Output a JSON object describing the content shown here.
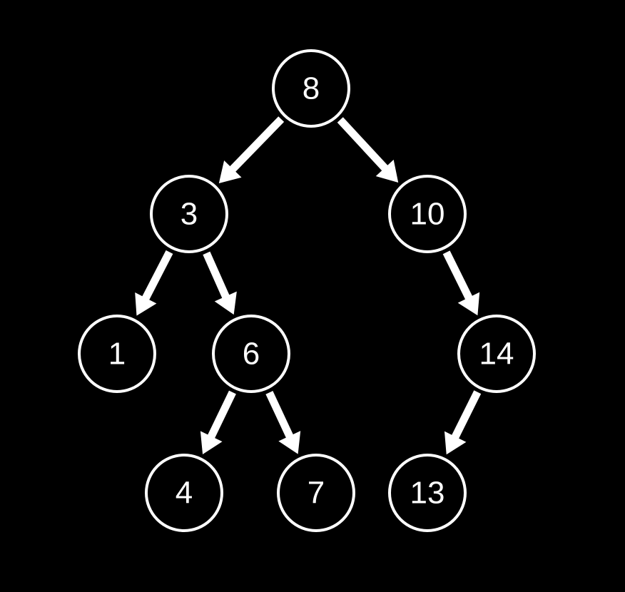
{
  "colors": {
    "background": "#000000",
    "stroke": "#ffffff",
    "text": "#ffffff"
  },
  "tree": {
    "nodes": [
      {
        "id": "n8",
        "label": "8"
      },
      {
        "id": "n3",
        "label": "3"
      },
      {
        "id": "n10",
        "label": "10"
      },
      {
        "id": "n1",
        "label": "1"
      },
      {
        "id": "n6",
        "label": "6"
      },
      {
        "id": "n14",
        "label": "14"
      },
      {
        "id": "n4",
        "label": "4"
      },
      {
        "id": "n7",
        "label": "7"
      },
      {
        "id": "n13",
        "label": "13"
      }
    ],
    "edges": [
      {
        "from": "n8",
        "to": "n3"
      },
      {
        "from": "n8",
        "to": "n10"
      },
      {
        "from": "n3",
        "to": "n1"
      },
      {
        "from": "n3",
        "to": "n6"
      },
      {
        "from": "n10",
        "to": "n14"
      },
      {
        "from": "n6",
        "to": "n4"
      },
      {
        "from": "n6",
        "to": "n7"
      },
      {
        "from": "n14",
        "to": "n13"
      }
    ]
  }
}
